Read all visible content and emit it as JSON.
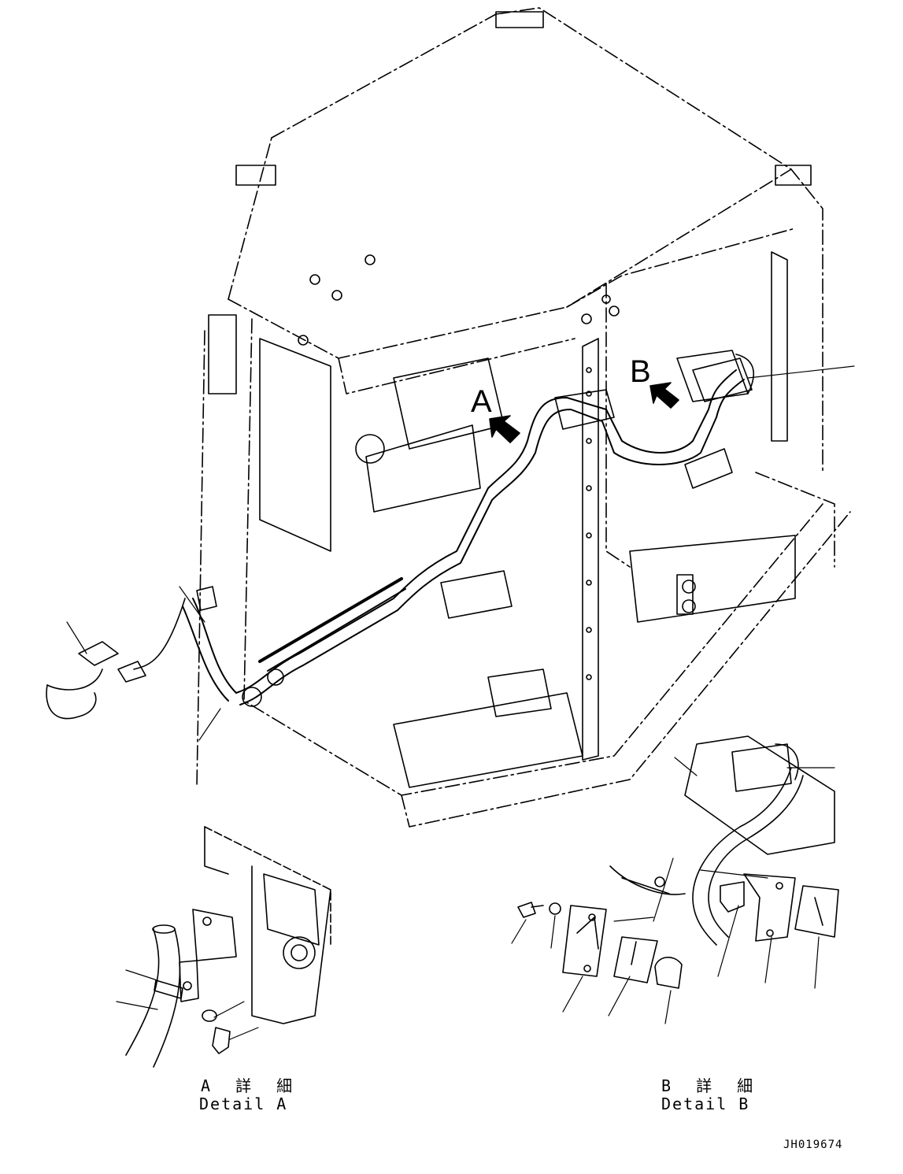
{
  "callouts": {
    "a": "A",
    "b": "B"
  },
  "detail_a": {
    "caption_jp": "A 詳 細",
    "caption_en": "Detail A"
  },
  "detail_b": {
    "caption_jp": "B 詳 細",
    "caption_en": "Detail B"
  },
  "drawing_number": "JH019674"
}
